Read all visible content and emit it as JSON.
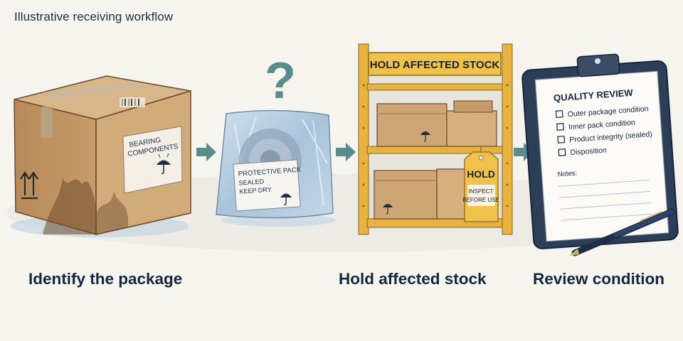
{
  "header": {
    "title": "Illustrative receiving workflow"
  },
  "steps": [
    {
      "caption": "Identify the package"
    },
    {
      "caption": "Hold affected stock"
    },
    {
      "caption": "Review condition"
    }
  ],
  "box_label": {
    "line1": "BEARING",
    "line2": "COMPONENTS"
  },
  "bag_label": {
    "line1": "PROTECTIVE PACK",
    "line2": "SEALED",
    "line3": "KEEP DRY"
  },
  "question_mark": "?",
  "shelf_sign": "HOLD AFFECTED STOCK",
  "hold_tag": {
    "title": "HOLD",
    "line1": "INSPECT",
    "line2": "BEFORE USE"
  },
  "clipboard": {
    "title": "QUALITY REVIEW",
    "items": [
      "Outer package condition",
      "Inner pack condition",
      "Product integrity (sealed)",
      "Disposition"
    ],
    "notes_label": "Notes:"
  },
  "colors": {
    "accent_teal": "#5b8c8c",
    "navy": "#16263d",
    "cardboard": "#c9a276",
    "shelf_yellow": "#e7b23f"
  },
  "icons": [
    "this-way-up-icon",
    "umbrella-icon",
    "bearing-icon",
    "arrow-right-icon",
    "pen-icon"
  ]
}
